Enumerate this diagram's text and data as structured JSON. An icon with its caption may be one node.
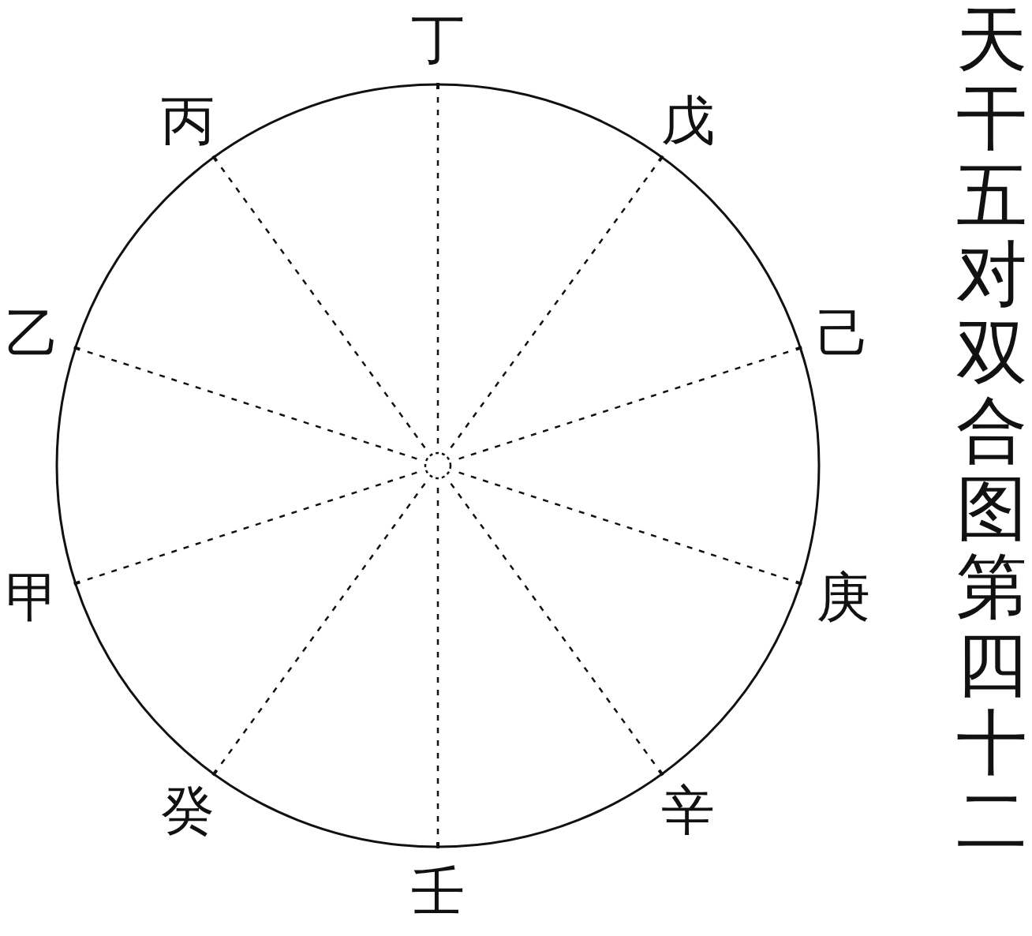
{
  "diagram": {
    "title": "天干五对双合图第四十二",
    "labels": [
      "丁",
      "丙",
      "戊",
      "乙",
      "己",
      "甲",
      "庚",
      "癸",
      "辛",
      "壬"
    ]
  }
}
